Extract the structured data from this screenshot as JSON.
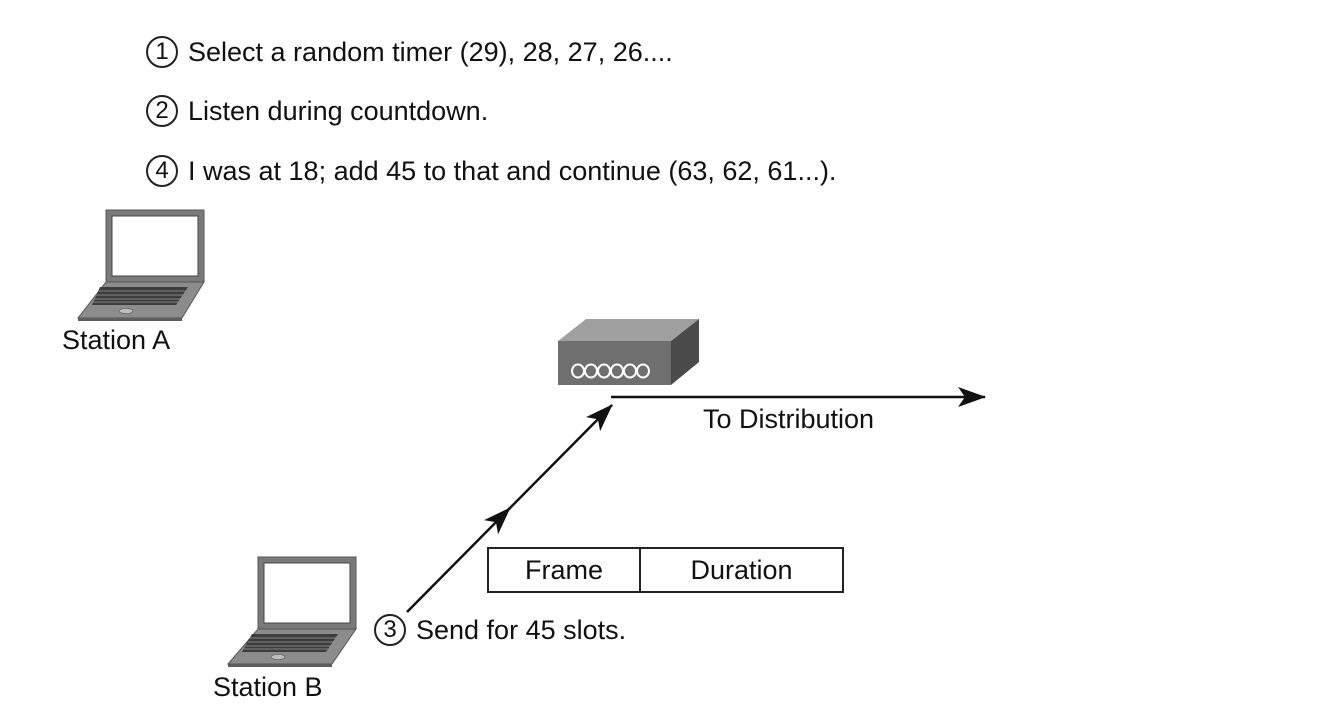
{
  "steps": [
    {
      "num": "1",
      "text": "Select a random timer (29), 28, 27, 26...."
    },
    {
      "num": "2",
      "text": "Listen during countdown."
    },
    {
      "num": "4",
      "text": "I was at 18; add 45 to that and continue (63, 62, 61...)."
    }
  ],
  "station_a": {
    "label": "Station A"
  },
  "station_b": {
    "label": "Station B"
  },
  "send_step": {
    "num": "3",
    "text": "Send for 45 slots."
  },
  "distribution": {
    "label": "To Distribution"
  },
  "frame": {
    "cells": [
      "Frame",
      "Duration"
    ]
  }
}
